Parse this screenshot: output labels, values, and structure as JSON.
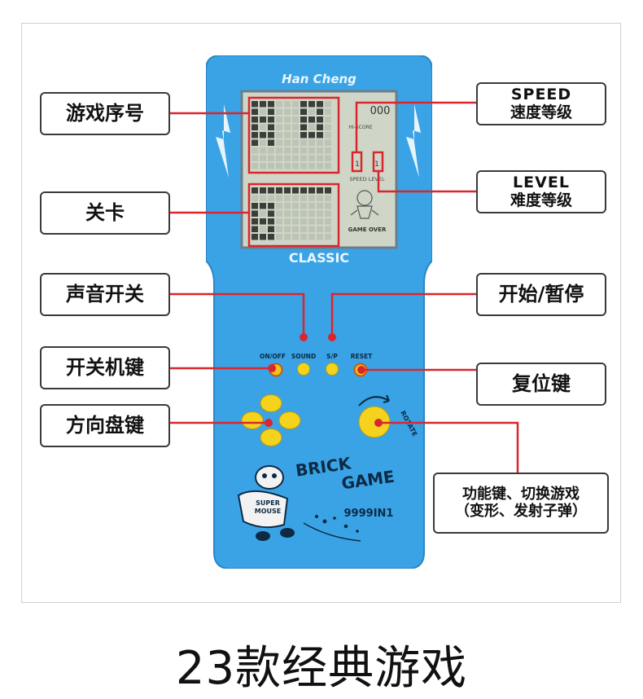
{
  "device": {
    "brand": "Han Cheng",
    "model_label": "CLASSIC",
    "screen": {
      "score": "000",
      "hi_score_label": "HI-SCORE",
      "speed_value": "1",
      "level_value": "1",
      "speed_level_label": "SPEED LEVEL",
      "game_over_label": "GAME OVER"
    },
    "buttons": {
      "onoff": "ON/OFF",
      "sound": "SOUND",
      "sp": "S/P",
      "reset": "RESET",
      "rotate": "ROTATE"
    },
    "title_line1": "BRICK",
    "title_line2": "GAME",
    "count": "9999IN1",
    "mascot_line1": "SUPER",
    "mascot_line2": "MOUSE"
  },
  "labels": {
    "game_number": "游戏序号",
    "stage": "关卡",
    "sound_switch": "声音开关",
    "power_key": "开关机键",
    "direction_key": "方向盘键",
    "speed_en": "SPEED",
    "speed_zh": "速度等级",
    "level_en": "LEVEL",
    "level_zh": "难度等级",
    "start_pause": "开始/暂停",
    "reset_key": "复位键",
    "function_line1": "功能键、切换游戏",
    "function_line2": "（变形、发射子弹）"
  },
  "caption": "23款经典游戏",
  "colors": {
    "body_blue": "#3aa3e6",
    "screen_bg": "#cfd6c8",
    "button_yellow": "#f5d31c",
    "callout_red": "#d9262e"
  }
}
